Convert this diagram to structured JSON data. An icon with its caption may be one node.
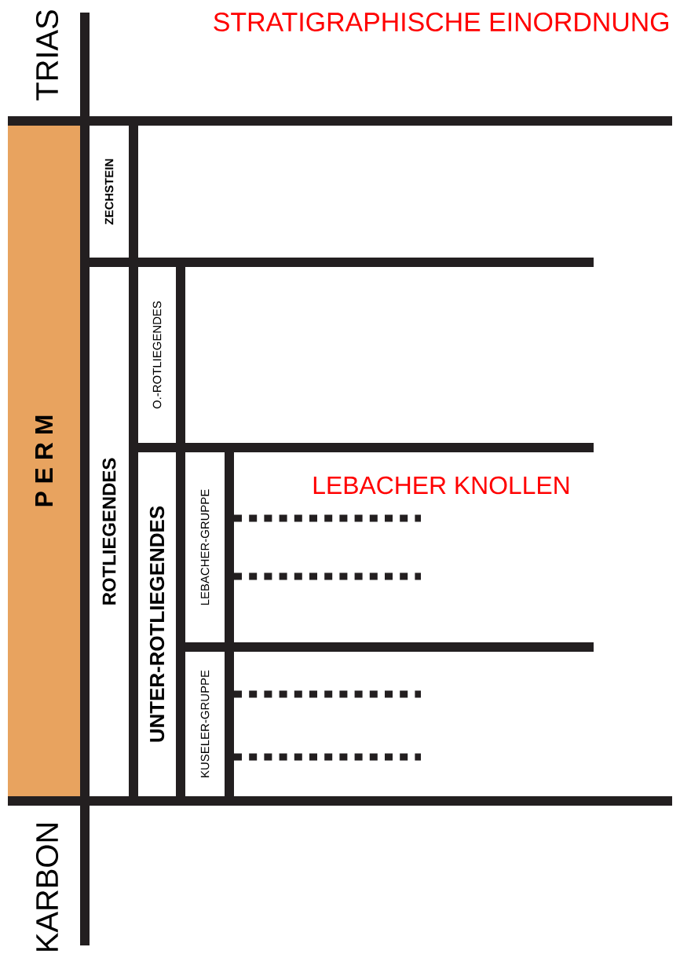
{
  "diagram": {
    "title": "STRATIGRAPHISCHE EINORDNUNG",
    "nodes": [
      {
        "text": [
          "P E R M"
        ]
      },
      {
        "text": [
          "ZECHSTEIN"
        ]
      },
      {
        "text": [
          "ROTLIEGENDES"
        ]
      },
      {
        "text": [
          "O.-ROTLIEGENDES"
        ]
      },
      {
        "text": [
          "UNTER-ROTLIEGENDES"
        ]
      },
      {
        "text": [
          "LEBACHER-GRUPPE"
        ]
      },
      {
        "text": [
          "KUSELER-GRUPPE"
        ]
      }
    ],
    "labels": [
      "TRIAS",
      "LEBACHER KNOLLEN",
      "KARBON"
    ]
  }
}
